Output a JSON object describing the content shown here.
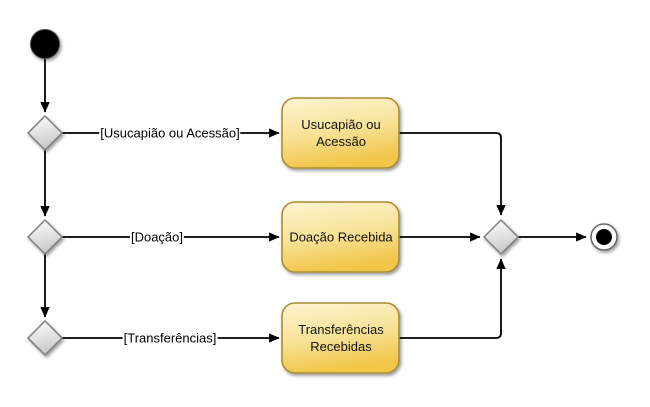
{
  "diagram_type": "uml-activity-diagram",
  "activities": [
    {
      "label": "Usucapião ou Acessão",
      "lines": [
        "Usucapião ou",
        "Acessão"
      ]
    },
    {
      "label": "Doação Recebida",
      "lines": [
        "Doação Recebida"
      ]
    },
    {
      "label": "Transferências Recebidas",
      "lines": [
        "Transferências",
        "Recebidas"
      ]
    }
  ],
  "guards": [
    {
      "label": "[Usucapião ou Acessão]"
    },
    {
      "label": "[Doação]"
    },
    {
      "label": "[Transferências]"
    }
  ],
  "colors": {
    "background": "#ffffff",
    "activity_fill_light": "#fdf5d2",
    "activity_fill_dark": "#f1c64a",
    "activity_border": "#a98d33",
    "decision_fill_light": "#ffffff",
    "decision_fill_dark": "#c9c9c9",
    "decision_border": "#7f7f7f",
    "edge_line": "#000000",
    "text": "#000000"
  }
}
